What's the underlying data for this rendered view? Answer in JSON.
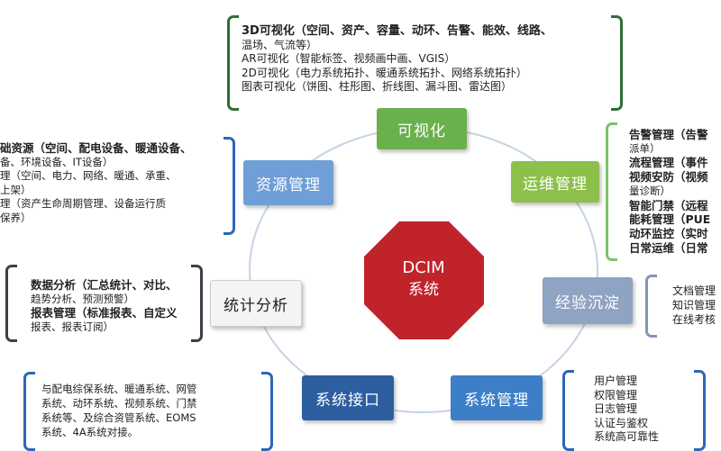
{
  "center": {
    "line1": "DCIM",
    "line2": "系统",
    "color": "#c0232a"
  },
  "ring_color": "#c5d3e8",
  "nodes": {
    "visualization": {
      "label": "可视化",
      "color": "#6ab04c"
    },
    "ops": {
      "label": "运维管理",
      "color": "#8cc04a"
    },
    "experience": {
      "label": "经验沉淀",
      "color": "#8fa3c2"
    },
    "sysmgmt": {
      "label": "系统管理",
      "color": "#3d7fc7"
    },
    "interface": {
      "label": "系统接口",
      "color": "#2d5fa0"
    },
    "analysis": {
      "label": "统计分析",
      "color": "#f4f4f4"
    },
    "resource": {
      "label": "资源管理",
      "color": "#6f9fd6"
    }
  },
  "panels": {
    "visualization": {
      "bracket_color": "#2f6e36",
      "lines": [
        "3D可视化（空间、资产、容量、动环、告警、能效、线路、",
        "温场、气流等）",
        "AR可视化（智能标签、视频画中画、VGIS）",
        "2D可视化（电力系统拓扑、暖通系统拓扑、网络系统拓扑）",
        "图表可视化（饼图、柱形图、折线图、漏斗图、雷达图）"
      ]
    },
    "ops": {
      "bracket_color": "#7cc46a",
      "lines": [
        "告警管理（告警",
        "派单）",
        "流程管理（事件",
        "视频安防（视频",
        "量诊断）",
        "智能门禁（远程",
        "能耗管理（PUE",
        "动环监控（实时",
        "日常运维（日常"
      ]
    },
    "experience": {
      "bracket_color": "#8195b5",
      "lines": [
        "文档管理",
        "知识管理",
        "在线考核"
      ]
    },
    "sysmgmt": {
      "bracket_color": "#2d66b8",
      "lines": [
        "用户管理",
        "权限管理",
        "日志管理",
        "认证与鉴权",
        "系统高可靠性"
      ]
    },
    "interface": {
      "bracket_color": "#2d66b8",
      "lines": [
        "与配电综保系统、暖通系统、网管",
        "系统、动环系统、视频系统、门禁",
        "系统等、及综合资管系统、EOMS",
        "系统、4A系统对接。"
      ]
    },
    "analysis": {
      "bracket_color": "#3a3f4a",
      "lines": [
        "数据分析（汇总统计、对比、",
        "趋势分析、预测预警）",
        "报表管理（标准报表、自定义",
        "报表、报表订阅）"
      ]
    },
    "resource": {
      "bracket_color": "#2d66b8",
      "lines": [
        "础资源（空间、配电设备、暖通设备、",
        "备、环境设备、IT设备）",
        "理（空间、电力、网络、暖通、承重、",
        "上架）",
        "理（资产生命周期管理、设备运行质",
        "保养）"
      ]
    }
  }
}
